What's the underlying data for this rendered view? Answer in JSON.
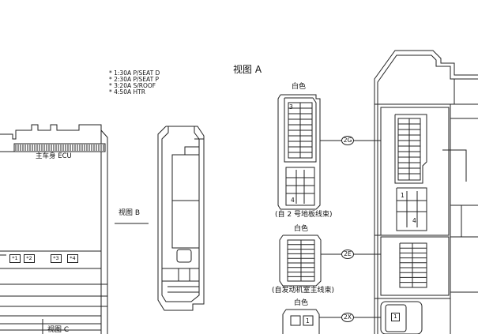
{
  "fuse_notes": [
    "* 1:30A P/SEAT D",
    "* 2:30A P/SEAT P",
    "* 3:20A S/ROOF",
    "* 4:50A HTR"
  ],
  "ecu_label": "主车身 ECU",
  "view_a_title": "视图 A",
  "view_b_label": "视图 B",
  "view_c_label": "视图 C",
  "fuse_markers": [
    "*1",
    "*2",
    "*3",
    "*4"
  ],
  "connectors": [
    {
      "color": "白色",
      "code": "2G",
      "harness": "(自 2 号地板线束)",
      "pin_a": "3",
      "pin_b": "4"
    },
    {
      "color": "白色",
      "code": "2E",
      "harness": "(自发动机室主线束)"
    },
    {
      "color": "白色",
      "code": "2X",
      "pin_a": "1"
    }
  ],
  "right_block_pins": {
    "top": "1",
    "slot": "4",
    "bottom": "1"
  }
}
